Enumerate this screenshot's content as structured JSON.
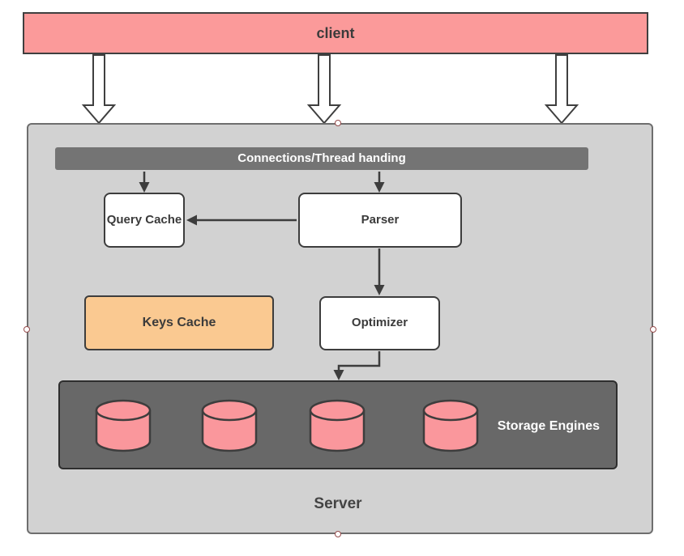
{
  "colors": {
    "client_fill": "#fb9a9a",
    "cylinder_fill": "#fa979c",
    "keys_cache_fill": "#fac991",
    "thread_bar_fill": "#747474",
    "storage_fill": "#686868",
    "server_fill": "#d2d2d2",
    "outline": "#3d3d3d",
    "selection_handle_border": "#964b4b"
  },
  "nodes": {
    "client": {
      "label": "client"
    },
    "thread_bar": {
      "label": "Connections/Thread handing"
    },
    "query_cache": {
      "label": "Query Cache"
    },
    "parser": {
      "label": "Parser"
    },
    "keys_cache": {
      "label": "Keys Cache"
    },
    "optimizer": {
      "label": "Optimizer"
    },
    "storage_engines": {
      "label": "Storage Engines",
      "cylinder_count": 4
    },
    "server": {
      "label": "Server"
    }
  }
}
